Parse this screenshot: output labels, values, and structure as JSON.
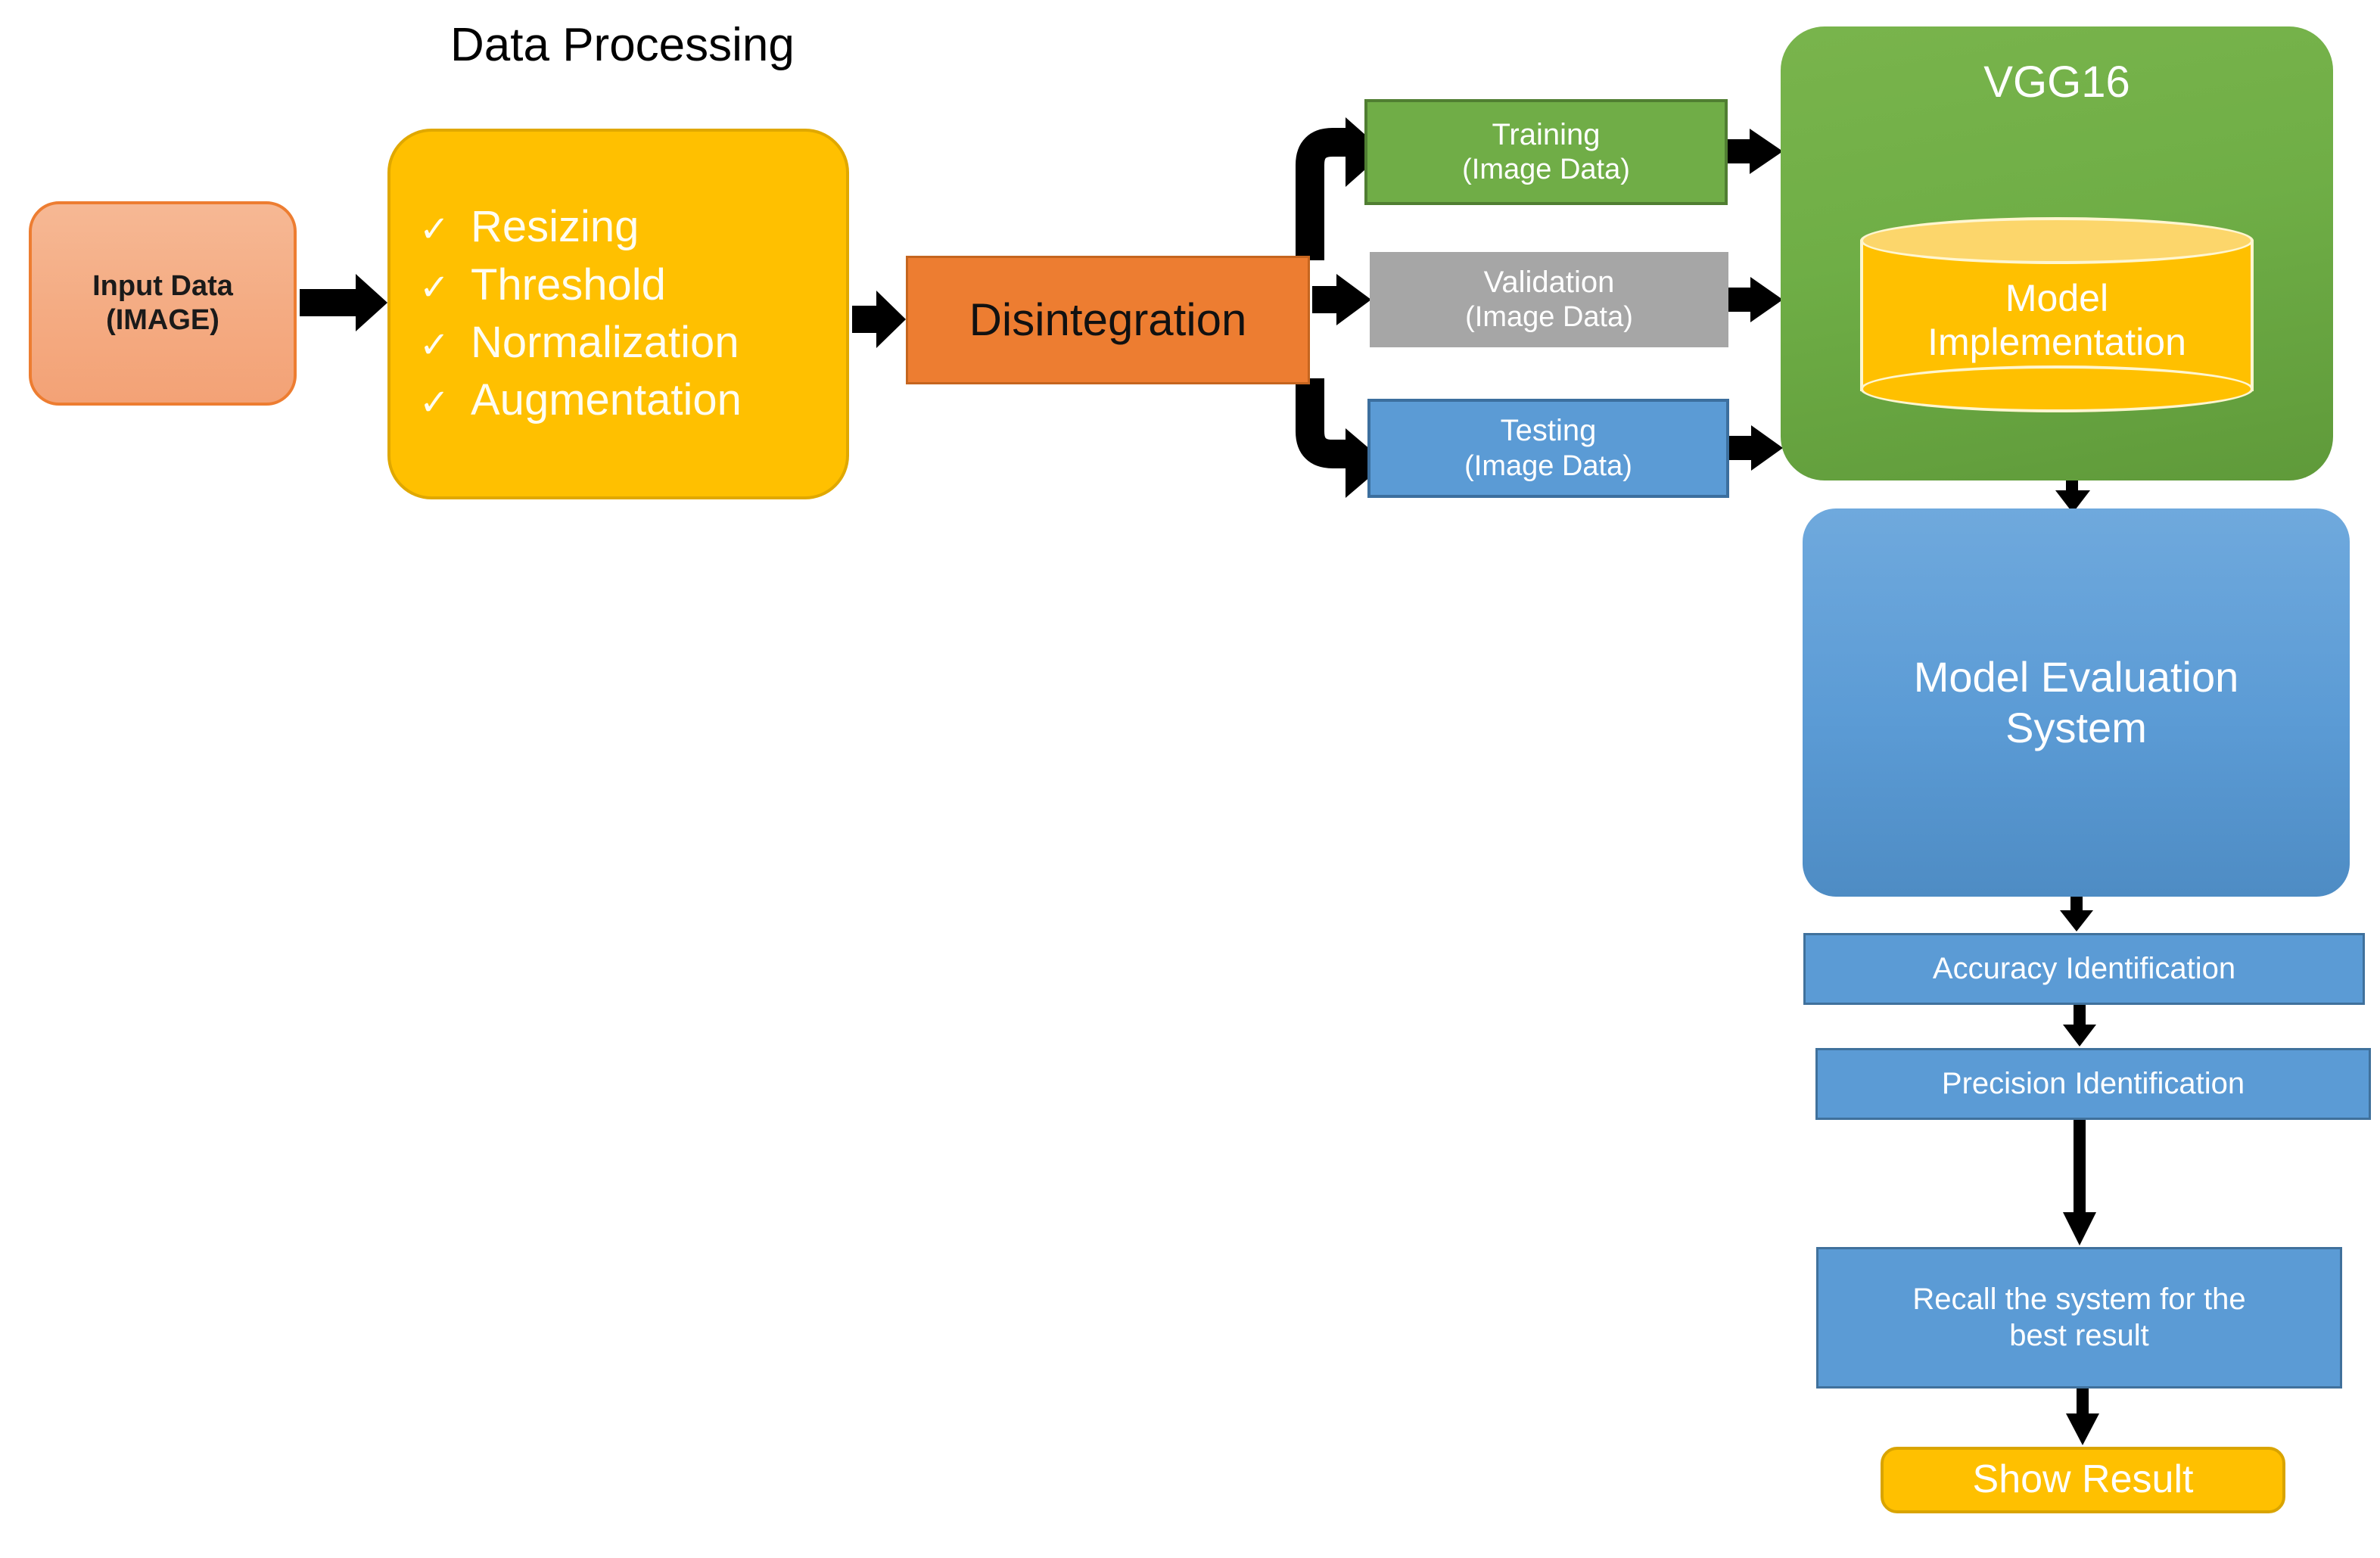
{
  "diagram": {
    "title": "Data Processing",
    "nodes": {
      "input_data": {
        "line1": "Input Data",
        "line2": "(IMAGE)"
      },
      "data_processing": {
        "items": [
          {
            "check": "✓",
            "label": "Resizing"
          },
          {
            "check": "✓",
            "label": "Threshold"
          },
          {
            "check": "✓",
            "label": "Normalization"
          },
          {
            "check": "✓",
            "label": "Augmentation"
          }
        ]
      },
      "disintegration": {
        "label": "Disintegration"
      },
      "training": {
        "line1": "Training",
        "line2": "(Image Data)"
      },
      "validation": {
        "line1": "Validation",
        "line2": "(Image Data)"
      },
      "testing": {
        "line1": "Testing",
        "line2": "(Image Data)"
      },
      "vgg16": {
        "label": "VGG16"
      },
      "model_implementation": {
        "line1": "Model",
        "line2": "Implementation"
      },
      "model_evaluation": {
        "line1": "Model Evaluation",
        "line2": "System"
      },
      "accuracy": {
        "label": "Accuracy Identification"
      },
      "precision": {
        "label": "Precision Identification"
      },
      "recall": {
        "line1": "Recall the system for the",
        "line2": "best result"
      },
      "show_result": {
        "label": "Show Result"
      }
    },
    "colors": {
      "input_data_fill": "#f4ab82",
      "input_data_border": "#ed7d31",
      "data_processing_fill": "#ffc000",
      "disintegration_fill": "#ed7d31",
      "training_fill": "#70ad47",
      "validation_fill": "#a6a6a6",
      "testing_fill": "#5b9bd5",
      "vgg16_fill": "#6fae46",
      "cylinder_fill": "#ffc000",
      "evaluation_fill": "#5b9bd5",
      "show_result_fill": "#ffc000",
      "arrow": "#000000",
      "title_text": "#000000"
    },
    "edges": [
      {
        "from": "input_data",
        "to": "data_processing",
        "style": "straight-right"
      },
      {
        "from": "data_processing",
        "to": "disintegration",
        "style": "straight-right"
      },
      {
        "from": "disintegration",
        "to": "training",
        "style": "elbow-up-right"
      },
      {
        "from": "disintegration",
        "to": "validation",
        "style": "straight-right"
      },
      {
        "from": "disintegration",
        "to": "testing",
        "style": "elbow-down-right"
      },
      {
        "from": "training",
        "to": "vgg16",
        "style": "straight-right"
      },
      {
        "from": "validation",
        "to": "vgg16",
        "style": "straight-right"
      },
      {
        "from": "testing",
        "to": "vgg16",
        "style": "straight-right"
      },
      {
        "from": "vgg16",
        "to": "model_evaluation",
        "style": "straight-down"
      },
      {
        "from": "model_evaluation",
        "to": "accuracy",
        "style": "straight-down"
      },
      {
        "from": "accuracy",
        "to": "precision",
        "style": "straight-down"
      },
      {
        "from": "precision",
        "to": "recall",
        "style": "straight-down"
      },
      {
        "from": "recall",
        "to": "show_result",
        "style": "straight-down"
      }
    ]
  }
}
